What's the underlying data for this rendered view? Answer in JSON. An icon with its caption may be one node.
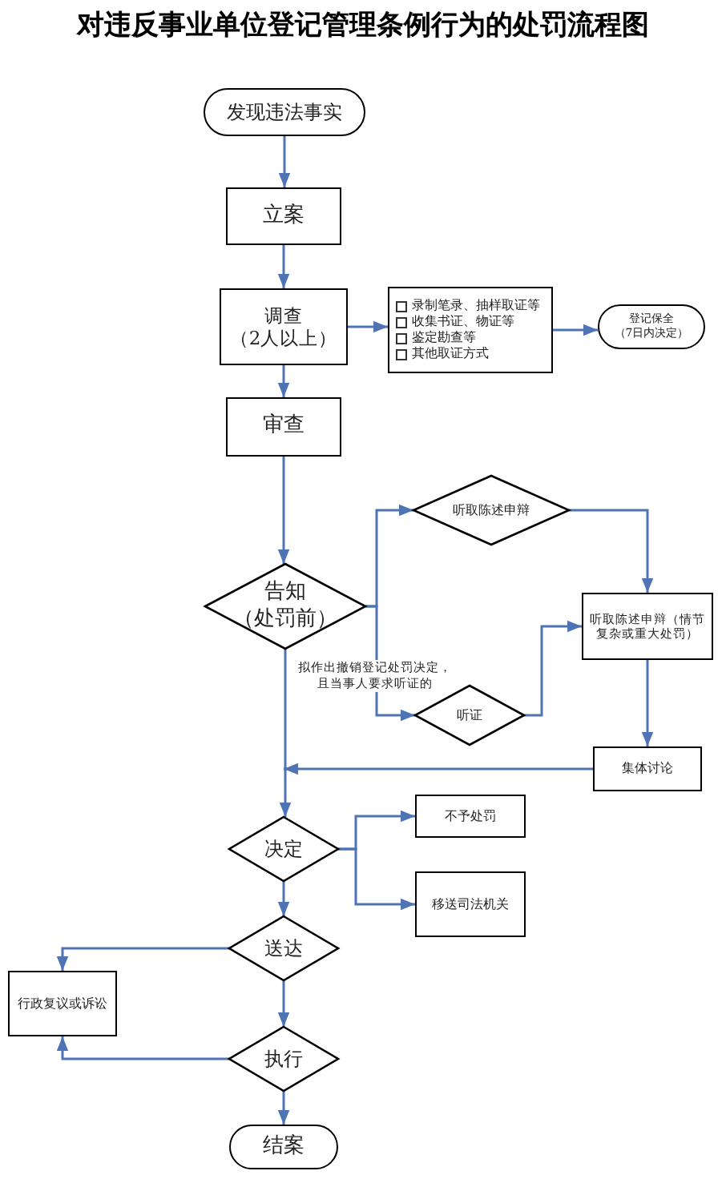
{
  "diagram": {
    "title": "对违反事业单位登记管理条例行为的处罚流程图",
    "nodes": [
      {
        "text": [
          "发现违法事实"
        ]
      },
      {
        "text": [
          "立案"
        ]
      },
      {
        "text": [
          "调查",
          "（2人以上）"
        ]
      },
      {
        "text": [
          "录制笔录、抽样取证等",
          "收集书证、物证等",
          "鉴定勘查等",
          "其他取证方式"
        ]
      },
      {
        "text": [
          "登记保全",
          "（7日内决定）"
        ]
      },
      {
        "text": [
          "审查"
        ]
      },
      {
        "text": [
          "告知",
          "（处罚前）"
        ]
      },
      {
        "text": [
          "听取陈述申辩"
        ]
      },
      {
        "text": [
          "听证"
        ]
      },
      {
        "text": [
          "听取陈述申辩（情节复杂或重大处罚）"
        ]
      },
      {
        "text": [
          "集体讨论"
        ]
      },
      {
        "text": [
          "决定"
        ]
      },
      {
        "text": [
          "不予处罚"
        ]
      },
      {
        "text": [
          "移送司法机关"
        ]
      },
      {
        "text": [
          "送达"
        ]
      },
      {
        "text": [
          "行政复议或诉讼"
        ]
      },
      {
        "text": [
          "执行"
        ]
      },
      {
        "text": [
          "结案"
        ]
      }
    ],
    "edges": [
      {
        "from": 0,
        "to": 1,
        "arrow": "to"
      },
      {
        "from": 1,
        "to": 2,
        "arrow": "to"
      },
      {
        "from": 2,
        "to": 3,
        "arrow": "to"
      },
      {
        "from": 3,
        "to": 4,
        "arrow": "to"
      },
      {
        "from": 2,
        "to": 5,
        "arrow": "to"
      },
      {
        "from": 5,
        "to": 6,
        "arrow": "to"
      },
      {
        "from": 6,
        "to": 7,
        "arrow": "to"
      },
      {
        "from": 6,
        "to": 8,
        "arrow": "to",
        "label": "拟作出撤销登记处罚决定，且当事人要求听证的"
      },
      {
        "from": 7,
        "to": 9,
        "arrow": "to"
      },
      {
        "from": 8,
        "to": 9,
        "arrow": "to"
      },
      {
        "from": 9,
        "to": 10,
        "arrow": "to"
      },
      {
        "from": 10,
        "to": 11,
        "arrow": "to"
      },
      {
        "from": 6,
        "to": 11,
        "arrow": "to"
      },
      {
        "from": 11,
        "to": 12,
        "arrow": "to"
      },
      {
        "from": 11,
        "to": 13,
        "arrow": "to"
      },
      {
        "from": 11,
        "to": 14,
        "arrow": "to"
      },
      {
        "from": 14,
        "to": 15,
        "arrow": "to"
      },
      {
        "from": 14,
        "to": 16,
        "arrow": "to"
      },
      {
        "from": 16,
        "to": 15,
        "arrow": "to"
      },
      {
        "from": 16,
        "to": 17,
        "arrow": "to"
      }
    ]
  }
}
